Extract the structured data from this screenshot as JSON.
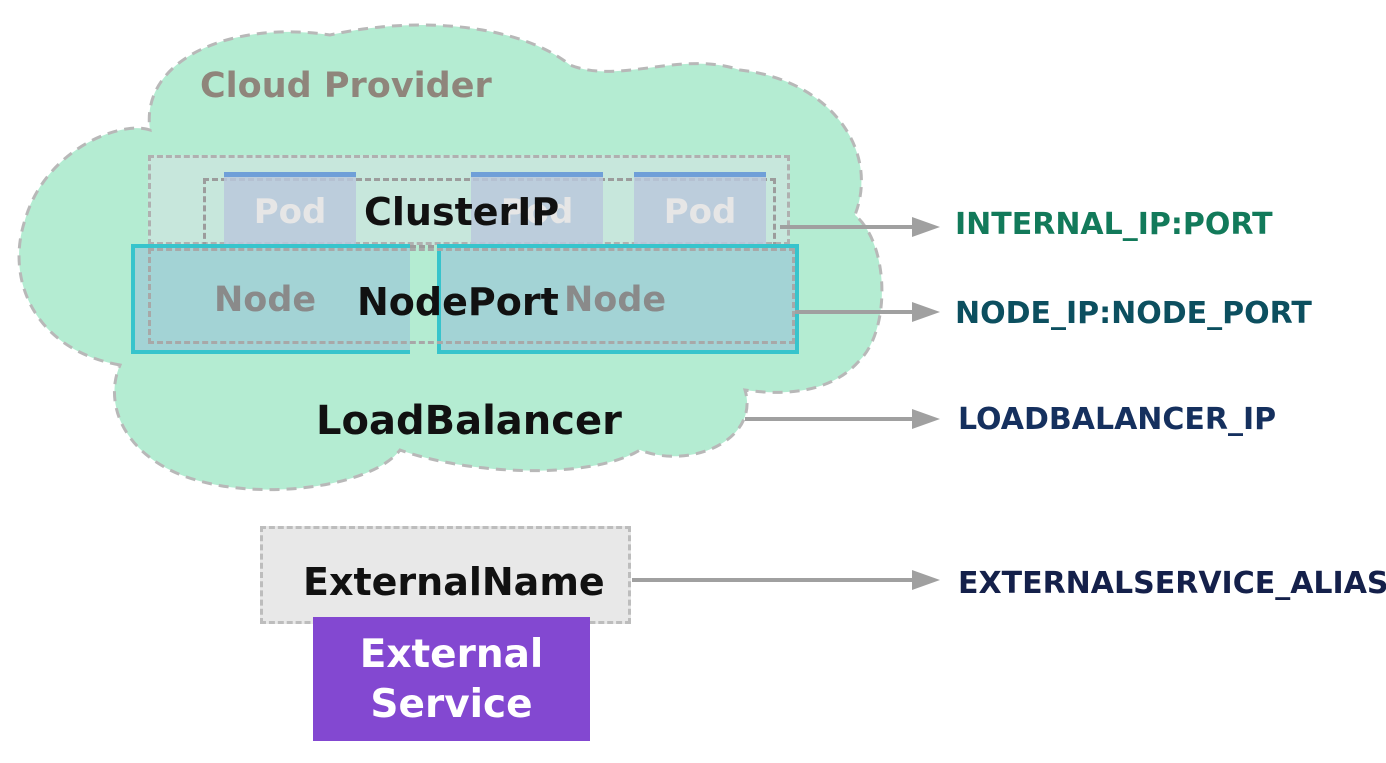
{
  "cloud": {
    "title": "Cloud Provider",
    "fill": "#b4ecd2",
    "stroke": "#b8b8b8"
  },
  "cluster_ip": {
    "label": "ClusterIP",
    "pods": [
      "Pod",
      "Pod",
      "Pod"
    ]
  },
  "node_port": {
    "label": "NodePort",
    "nodes": [
      "Node",
      "Node"
    ],
    "border_color": "#37c4cc"
  },
  "load_balancer": {
    "label": "LoadBalancer"
  },
  "external_name": {
    "label": "ExternalName",
    "service_line1": "External",
    "service_line2": "Service",
    "service_color": "#8348d1"
  },
  "addresses": {
    "internal": "INTERNAL_IP:PORT",
    "node": "NODE_IP:NODE_PORT",
    "loadbalancer": "LOADBALANCER_IP",
    "external": "EXTERNALSERVICE_ALIAS"
  },
  "arrow_color": "#a0a0a0"
}
